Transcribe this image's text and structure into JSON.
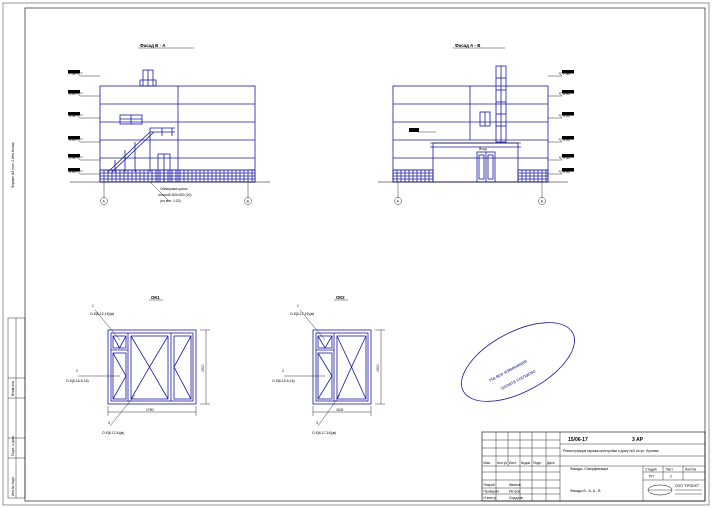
{
  "views": {
    "left_title": "Фасад В - А",
    "right_title": "Фасад А - В",
    "left_axis_1": "А",
    "left_axis_2": "В",
    "right_axis_1": "А",
    "right_axis_2": "В",
    "elev_labels": [
      "7.50",
      "6.00",
      "4.50",
      "3.00",
      "1.50",
      "0.00"
    ],
    "left_callout": [
      "Облицовка цокол.",
      "плиткой 300х300 (10)",
      "(по мет. 1:20)"
    ],
    "right_note": "Вход"
  },
  "windows": {
    "ok1_title": "ОК1",
    "ok2_title": "ОК2",
    "ok1_top_mark": "О-б(6-12-16)(м)",
    "ok1_left_mark": "О-б(6-16-6-16)",
    "ok1_bottom_mark": "О-б(6-12-6)(м)",
    "ok1_width": "1750",
    "ok1_height": "1500",
    "ok2_top_mark": "О-б(6-17-16)(м)",
    "ok2_left_mark": "О-б(6-16-6-16)",
    "ok2_bottom_mark": "О-б(6-17-16)(м)",
    "ok2_width": "1100",
    "ok2_height": "1500"
  },
  "side_strip": {
    "vertical_text": "Формат А3 лист 2 Инв.Копир",
    "labels": [
      "Взам.инв.",
      "Подп. и дата",
      "Инв.№ подл."
    ]
  },
  "stamp": {
    "text": [
      "На все изменения",
      "оплата согласно"
    ]
  },
  "title_block": {
    "code": "15/06-17",
    "sheet_code": "3 АР",
    "project": "Реконструкция гаража-пристройки к дому №5 по ул. Луговая",
    "section": "Фасады. Спецификация",
    "drawing": "Фасады В - А, А - В.",
    "header_cells": [
      "Изм.",
      "Кол.уч",
      "Лист",
      "№док.",
      "Подп.",
      "Дата"
    ],
    "roles": [
      "Разраб.",
      "Проверил",
      "Н.контр."
    ],
    "names": [
      "Иванов",
      "Петров",
      "Сидоров"
    ],
    "stage_headers": [
      "Стадия",
      "Лист",
      "Листов"
    ],
    "stage_values": [
      "РП",
      "2"
    ],
    "org": "ООО \"ПРОЕКТ\""
  }
}
